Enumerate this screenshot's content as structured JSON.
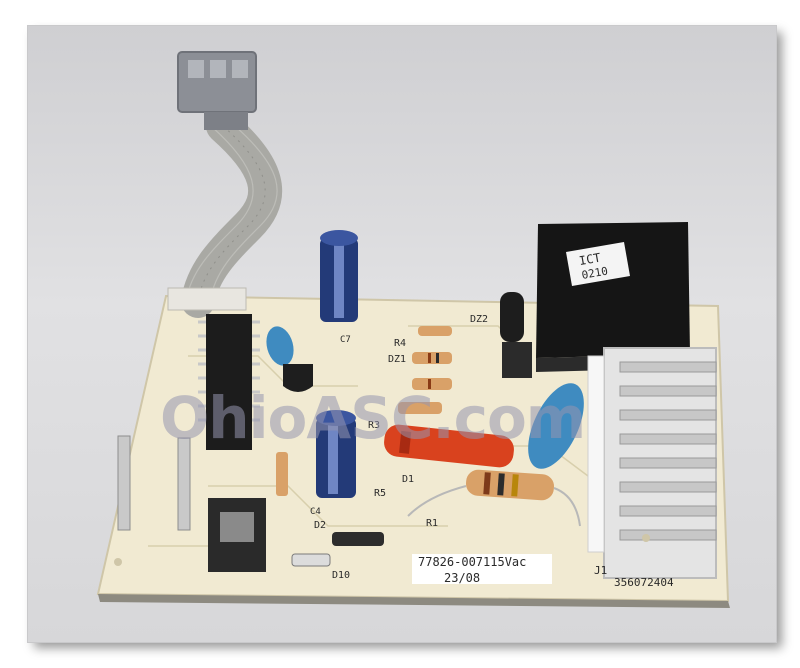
{
  "watermark": "OhioASC.com",
  "relay_label": {
    "line1": "ICT",
    "line2": "0210"
  },
  "board_text": {
    "part_number": "77826-007115Vac",
    "date_code": "23/08",
    "serial": "356072404",
    "j1": "J1",
    "r4": "R4",
    "dz1": "DZ1",
    "dz2": "DZ2",
    "r5": "R5",
    "r1": "R1",
    "r3": "R3",
    "d1": "D1",
    "d2": "D2",
    "d10": "D10",
    "c7": "C7",
    "c4": "C4"
  },
  "colors": {
    "pcb": "#f1ead2",
    "relay": "#151515",
    "ribbon": "#a9a9a4",
    "connector": "#8c8f96",
    "capacitor_blue": "#233a78",
    "capacitor_cyan": "#3f8bc0",
    "resistor_red": "#d9421e",
    "resistor_tan": "#d9a168"
  }
}
